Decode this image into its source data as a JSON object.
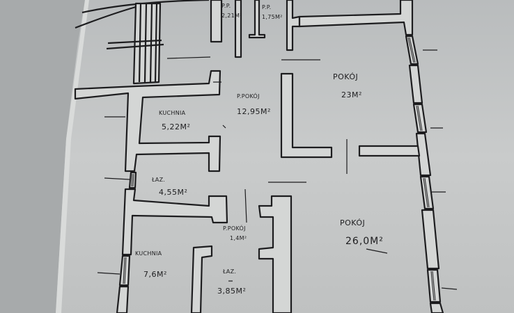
{
  "rooms": [
    {
      "key": "wc1",
      "name": "P.P.",
      "area": "2,21M²"
    },
    {
      "key": "wc2",
      "name": "P.P.",
      "area": "1,75M²"
    },
    {
      "key": "pokoj1",
      "name": "POKÓJ",
      "area": "23M²"
    },
    {
      "key": "ppokoj1",
      "name": "P.POKÓJ",
      "area": "12,95M²"
    },
    {
      "key": "kuchnia1",
      "name": "KUCHNIA",
      "area": "5,22M²"
    },
    {
      "key": "laz1",
      "name": "ŁAZ.",
      "area": "4,55M²"
    },
    {
      "key": "pokoj2",
      "name": "POKÓJ",
      "area": "26,0M²"
    },
    {
      "key": "ppokoj2",
      "name": "P.POKÓJ",
      "area": "1,4M²"
    },
    {
      "key": "kuchnia2",
      "name": "KUCHNIA",
      "area": "7,6M²"
    },
    {
      "key": "laz2",
      "name": "ŁAZ.",
      "area": "3,85M²"
    }
  ],
  "colors": {
    "ink": "#1d1d1f",
    "paper": "#c9cbcb",
    "wall_fill": "#d7d8d7"
  }
}
